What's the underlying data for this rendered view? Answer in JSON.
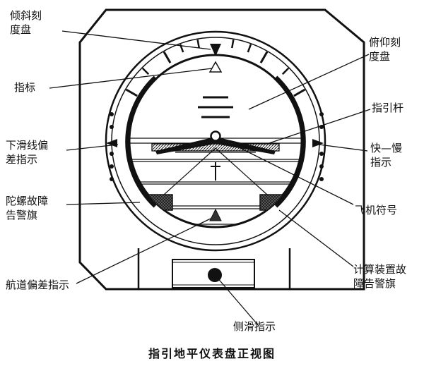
{
  "labels": {
    "bank_scale": [
      "倾斜刻",
      "度盘"
    ],
    "index": "指标",
    "glideslope_dev": [
      "下滑线偏",
      "差指示"
    ],
    "gyro_flag": [
      "陀螺故障",
      "告警旗"
    ],
    "course_dev": "航道偏差指示",
    "pitch_scale": [
      "俯仰刻",
      "度盘"
    ],
    "command_bar": "指引杆",
    "fast_slow": [
      "快—慢",
      "指示"
    ],
    "aircraft_symbol": "飞机符号",
    "computer_flag": [
      "计算装置故",
      "障告警旗"
    ],
    "slip_indicator": "侧滑指示"
  },
  "caption": "指引地平仪表盘正视图",
  "colors": {
    "ink": "#111111",
    "background": "#ffffff",
    "flag_fill": "#555555"
  }
}
